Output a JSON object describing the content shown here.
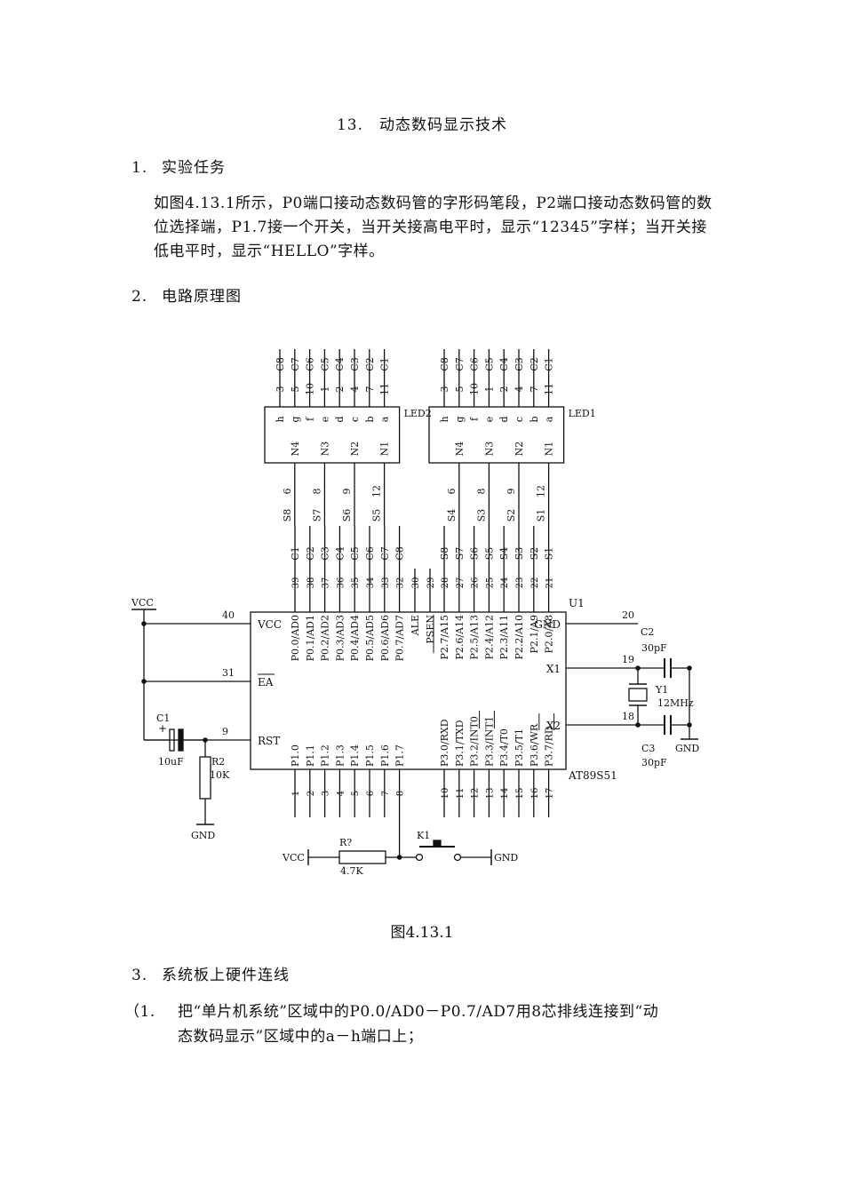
{
  "document": {
    "title": "13.　动态数码显示技术",
    "section1": {
      "num": "1.",
      "heading": "实验任务"
    },
    "paragraph": "如图4.13.1所示，P0端口接动态数码管的字形码笔段，P2端口接动态数码管的数位选择端，P1.7接一个开关，当开关接高电平时，显示“12345”字样；当开关接低电平时，显示“HELLO”字样。",
    "section2": {
      "num": "2.",
      "heading": "电路原理图"
    },
    "caption": "图4.13.1",
    "section3": {
      "num": "3.",
      "heading": "系统板上硬件连线"
    },
    "item1": {
      "marker": "（1.",
      "line1": "把“单片机系统”区域中的P0.0/AD0－P0.7/AD7用8芯排线连接到“动",
      "line2": "态数码显示”区域中的a－h端口上；"
    }
  },
  "schematic": {
    "led_modules": [
      {
        "name": "LED2",
        "top_pins": [
          "C8",
          "C7",
          "C6",
          "C5",
          "C4",
          "C3",
          "C2",
          "C1"
        ],
        "top_pin_nums": [
          "3",
          "5",
          "10",
          "1",
          "2",
          "4",
          "7",
          "11"
        ],
        "segments": [
          "h",
          "g",
          "f",
          "e",
          "d",
          "c",
          "b",
          "a"
        ],
        "digits": [
          "N4",
          "N3",
          "N2",
          "N1"
        ],
        "bottom_pin_nums": [
          "6",
          "8",
          "9",
          "12"
        ],
        "bottom_pins": [
          "S8",
          "S7",
          "S6",
          "S5"
        ]
      },
      {
        "name": "LED1",
        "top_pins": [
          "C8",
          "C7",
          "C6",
          "C5",
          "C4",
          "C3",
          "C2",
          "C1"
        ],
        "top_pin_nums": [
          "3",
          "5",
          "10",
          "1",
          "2",
          "4",
          "7",
          "11"
        ],
        "segments": [
          "h",
          "g",
          "f",
          "e",
          "d",
          "c",
          "b",
          "a"
        ],
        "digits": [
          "N4",
          "N3",
          "N2",
          "N1"
        ],
        "bottom_pin_nums": [
          "6",
          "8",
          "9",
          "12"
        ],
        "bottom_pins": [
          "S4",
          "S3",
          "S2",
          "S1"
        ]
      }
    ],
    "mcu": {
      "ref": "U1",
      "part": "AT89S51",
      "top_left_nets": [
        "C1",
        "C2",
        "C3",
        "C4",
        "C5",
        "C6",
        "C7",
        "C8"
      ],
      "top_left_nums": [
        "39",
        "38",
        "37",
        "36",
        "35",
        "34",
        "33",
        "32"
      ],
      "top_left_pins": [
        "P0.0/AD0",
        "P0.1/AD1",
        "P0.2/AD2",
        "P0.3/AD3",
        "P0.4/AD4",
        "P0.5/AD5",
        "P0.6/AD6",
        "P0.7/AD7"
      ],
      "top_mid_nums": [
        "30",
        "29"
      ],
      "top_mid_pins": [
        "ALE",
        "PSEN"
      ],
      "top_right_nets": [
        "S8",
        "S7",
        "S6",
        "S5",
        "S4",
        "S3",
        "S2",
        "S1"
      ],
      "top_right_nums": [
        "28",
        "27",
        "26",
        "25",
        "24",
        "23",
        "22",
        "21"
      ],
      "top_right_pins": [
        "P2.7/A15",
        "P2.6/A14",
        "P2.5/A13",
        "P2.4/A12",
        "P2.3/A11",
        "P2.2/A10",
        "P2.1/A9",
        "P2.0/A8"
      ],
      "bottom_left_pins": [
        "P1.0",
        "P1.1",
        "P1.2",
        "P1.3",
        "P1.4",
        "P1.5",
        "P1.6",
        "P1.7"
      ],
      "bottom_left_nums": [
        "1",
        "2",
        "3",
        "4",
        "5",
        "6",
        "7",
        "8"
      ],
      "bottom_right_pins": [
        "P3.0/RXD",
        "P3.1/TXD",
        "P3.2/INT0",
        "P3.3/INT1",
        "P3.4/T0",
        "P3.5/T1",
        "P3.6/WR",
        "P3.7/RD"
      ],
      "bottom_right_nums": [
        "10",
        "11",
        "12",
        "13",
        "14",
        "15",
        "16",
        "17"
      ],
      "left_pins": [
        {
          "name": "VCC",
          "num": "40"
        },
        {
          "name": "EA",
          "num": "31"
        },
        {
          "name": "RST",
          "num": "9"
        }
      ],
      "right_pins": [
        {
          "name": "GND",
          "num": "20"
        },
        {
          "name": "X1",
          "num": "19"
        },
        {
          "name": "X2",
          "num": "18"
        }
      ]
    },
    "components": {
      "vcc_top": "VCC",
      "c1_ref": "C1",
      "c1_val": "10uF",
      "c1_plus": "+",
      "r2_ref": "R2",
      "r2_val": "10K",
      "gnd_left": "GND",
      "c2_ref": "C2",
      "c2_val": "30pF",
      "y1_ref": "Y1",
      "y1_val": "12MHz",
      "c3_ref": "C3",
      "c3_val": "30pF",
      "gnd_right": "GND",
      "vcc_bottom": "VCC",
      "r_ref": "R?",
      "r_val": "4.7K",
      "k1_ref": "K1",
      "gnd_bottom": "GND"
    }
  }
}
